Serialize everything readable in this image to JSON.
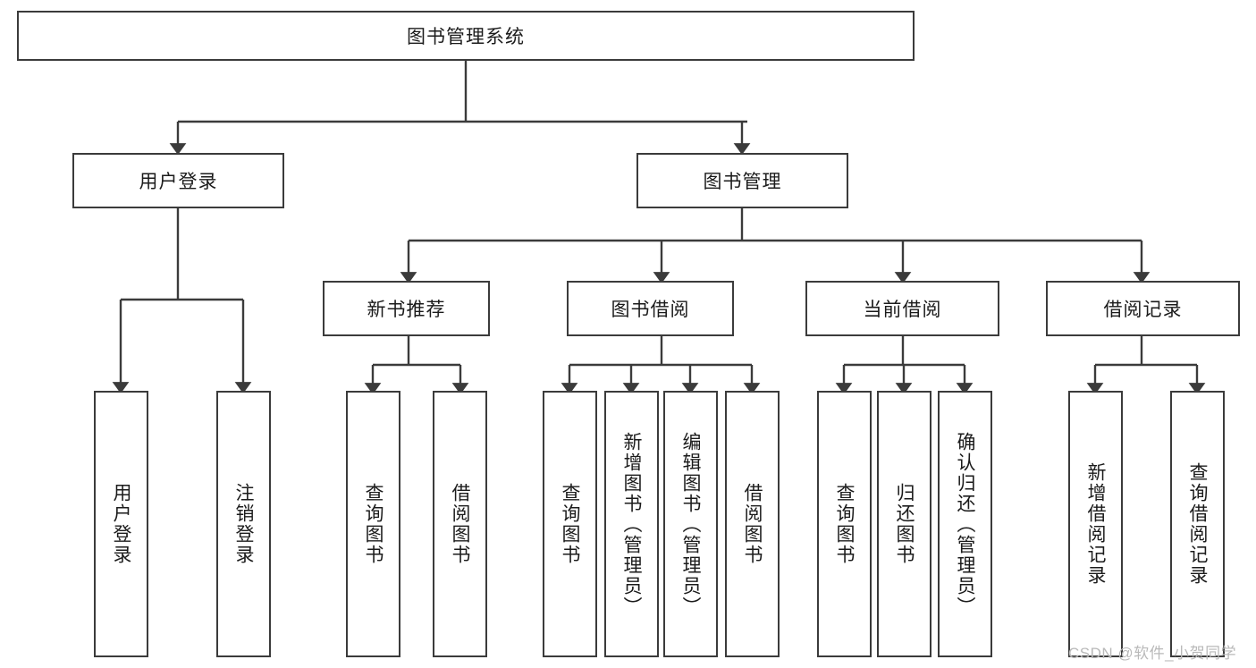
{
  "diagram": {
    "title": "图书管理系统",
    "type": "tree-hierarchy",
    "root": {
      "label": "图书管理系统"
    },
    "level1": [
      {
        "label": "用户登录"
      },
      {
        "label": "图书管理"
      }
    ],
    "level2": [
      {
        "label": "新书推荐"
      },
      {
        "label": "图书借阅"
      },
      {
        "label": "当前借阅"
      },
      {
        "label": "借阅记录"
      }
    ],
    "leaves": {
      "user_login": [
        {
          "label": "用户登录"
        },
        {
          "label": "注销登录"
        }
      ],
      "new_book_recommend": [
        {
          "label": "查询图书"
        },
        {
          "label": "借阅图书"
        }
      ],
      "book_borrow": [
        {
          "label": "查询图书"
        },
        {
          "label": "新增图书（管理员）"
        },
        {
          "label": "编辑图书（管理员）"
        },
        {
          "label": "借阅图书"
        }
      ],
      "current_borrow": [
        {
          "label": "查询图书"
        },
        {
          "label": "归还图书"
        },
        {
          "label": "确认归还（管理员）"
        }
      ],
      "borrow_record": [
        {
          "label": "新增借阅记录"
        },
        {
          "label": "查询借阅记录"
        }
      ]
    }
  },
  "watermark": {
    "text": "CSDN @软件_小贺同学"
  },
  "colors": {
    "stroke": "#3b3b3b",
    "background": "#ffffff",
    "text": "#1b1b1b",
    "watermark": "#b9b9b9"
  }
}
